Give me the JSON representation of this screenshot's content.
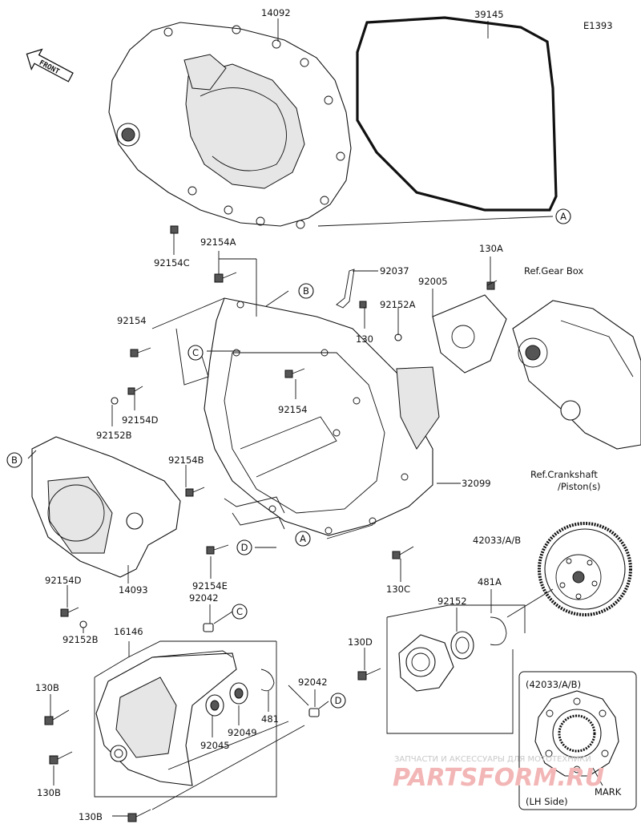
{
  "diagram_id": "E1393",
  "front_label": "FRONT",
  "labels": {
    "p14092": "14092",
    "p39145": "39145",
    "p92154C": "92154C",
    "p92154A": "92154A",
    "p92037": "92037",
    "p130A": "130A",
    "ref_gear_box": "Ref.Gear Box",
    "p92005": "92005",
    "p92152A": "92152A",
    "p130": "130",
    "p92154_top": "92154",
    "p92154_mid": "92154",
    "p92154D_top": "92154D",
    "p92152B_top": "92152B",
    "p92154B": "92154B",
    "p32099": "32099",
    "ref_crankshaft_1": "Ref.Crankshaft",
    "ref_crankshaft_2": "/Piston(s)",
    "p42033": "42033/A/B",
    "p130C": "130C",
    "p92154E": "92154E",
    "p92154D_bot": "92154D",
    "p92152B_bot": "92152B",
    "p14093": "14093",
    "p92042_top": "92042",
    "p16146": "16146",
    "p481A": "481A",
    "p92152": "92152",
    "p130D": "130D",
    "p130B_1": "130B",
    "p130B_2": "130B",
    "p130B_3": "130B",
    "p92042_bot": "92042",
    "p481": "481",
    "p92049": "92049",
    "p92045": "92045",
    "inset_title": "(42033/A/B)",
    "inset_mark": "MARK",
    "inset_side": "(LH Side)"
  },
  "callouts": {
    "A1": "A",
    "A2": "A",
    "B1": "B",
    "B2": "B",
    "C1": "C",
    "C2": "C",
    "D1": "D",
    "D2": "D"
  },
  "watermark": {
    "line1": "ЗАПЧАСТИ И АКСЕССУАРЫ ДЛЯ МОТОТЕХНИКИ",
    "line2": "PARTSFORM.RU"
  }
}
